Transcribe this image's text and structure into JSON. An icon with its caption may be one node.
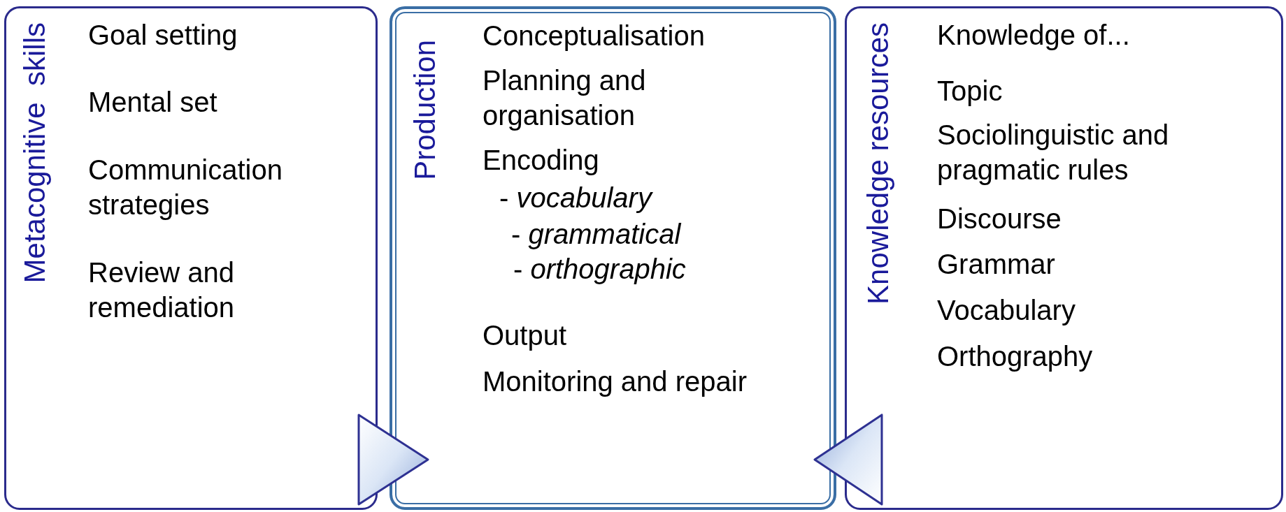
{
  "diagram": {
    "nodes": [
      {
        "text": [
          "Metacognitive  skills",
          "Goal setting",
          "Mental set",
          "Communication strategies",
          "Review and remediation"
        ]
      },
      {
        "text": [
          "Production",
          "Conceptualisation",
          "Planning and organisation",
          "Encoding",
          "- *vocabulary*",
          "- *grammatical*",
          "- *orthographic*",
          "Output",
          "Monitoring and repair"
        ]
      },
      {
        "text": [
          "Knowledge resources",
          "Knowledge of...",
          "Topic",
          "Sociolinguistic and pragmatic rules",
          "Discourse",
          "Grammar",
          "Vocabulary",
          "Orthography"
        ]
      }
    ],
    "edges": [
      {
        "from": 0,
        "to": 1,
        "arrow": "to"
      },
      {
        "from": 2,
        "to": 1,
        "arrow": "to"
      }
    ]
  }
}
